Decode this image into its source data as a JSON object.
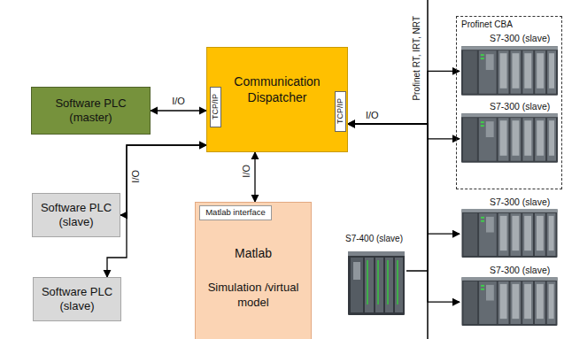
{
  "diagram": {
    "nodes": [
      {
        "text": [
          "Software PLC (master)"
        ]
      },
      {
        "text": [
          "Communication Dispatcher"
        ]
      },
      {
        "text": [
          "TCP/IP"
        ],
        "in": 1
      },
      {
        "text": [
          "TCP/IP"
        ],
        "in": 1
      },
      {
        "text": [
          "Software PLC (slave)"
        ]
      },
      {
        "text": [
          "Software PLC (slave)"
        ]
      },
      {
        "text": [
          "Matlab",
          "Simulation /virtual model"
        ]
      },
      {
        "text": [
          "Matlab interface"
        ],
        "in": 6
      },
      {
        "text": [
          "Profinet CBA"
        ]
      },
      {
        "text": [
          "S7-300 (slave)"
        ],
        "in": 8
      },
      {
        "text": [
          "S7-300 (slave)"
        ],
        "in": 8
      },
      {
        "text": [
          "S7-300 (slave)"
        ]
      },
      {
        "text": [
          "S7-300 (slave)"
        ]
      },
      {
        "text": [
          "S7-400 (slave)"
        ]
      }
    ],
    "edges": [
      {
        "from": 0,
        "to": 1,
        "arrow": "both",
        "label": "I/O"
      },
      {
        "from": 1,
        "to": 4,
        "arrow": "both"
      },
      {
        "from": 1,
        "to": 5,
        "arrow": "both"
      },
      {
        "from": 1,
        "to": 6,
        "arrow": "both"
      },
      {
        "from": 1,
        "to": 9,
        "arrow": "both"
      },
      {
        "from": 1,
        "to": 10,
        "arrow": "both"
      },
      {
        "from": 1,
        "to": 11,
        "arrow": "both"
      },
      {
        "from": 1,
        "to": 12,
        "arrow": "both"
      },
      {
        "from": 13,
        "to": 1,
        "arrow": "to"
      }
    ],
    "labels": [
      "I/O",
      "I/O",
      "I/O",
      "Profinet RT, IRT, NRT"
    ]
  }
}
